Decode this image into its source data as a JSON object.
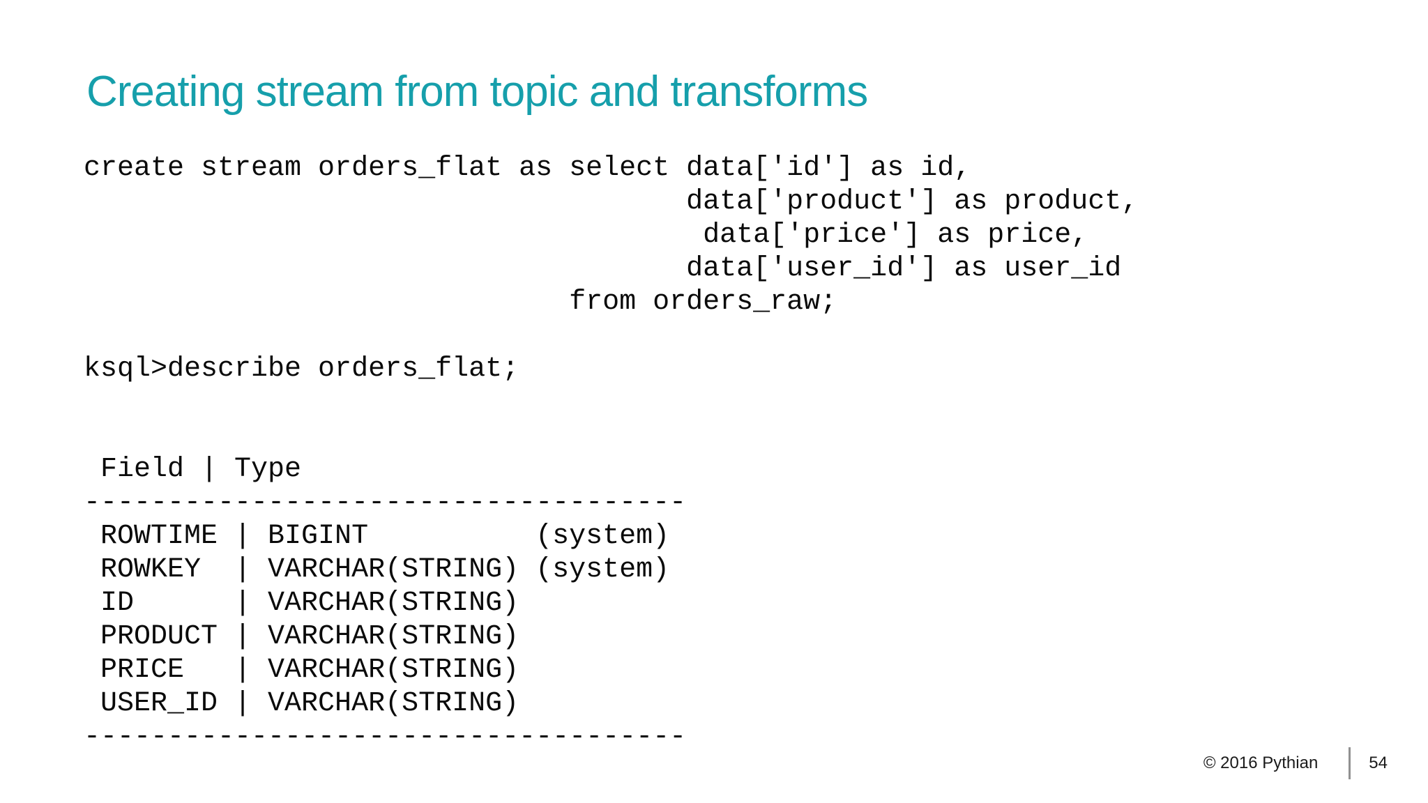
{
  "slide": {
    "title": "Creating stream from topic and transforms",
    "accent_color": "#169fab"
  },
  "code": {
    "create_statement_lines": [
      "create stream orders_flat as select data['id'] as id,",
      "                                    data['product'] as product,",
      "                                     data['price'] as price,",
      "                                    data['user_id'] as user_id",
      "                             from orders_raw;"
    ],
    "ksql_command": "ksql>describe orders_flat;",
    "describe_output_lines": [
      " Field | Type",
      "------------------------------------",
      " ROWTIME | BIGINT          (system)",
      " ROWKEY  | VARCHAR(STRING) (system)",
      " ID      | VARCHAR(STRING)",
      " PRODUCT | VARCHAR(STRING)",
      " PRICE   | VARCHAR(STRING)",
      " USER_ID | VARCHAR(STRING)",
      "------------------------------------"
    ]
  },
  "footer": {
    "copyright": "© 2016 Pythian",
    "page_number": "54"
  }
}
